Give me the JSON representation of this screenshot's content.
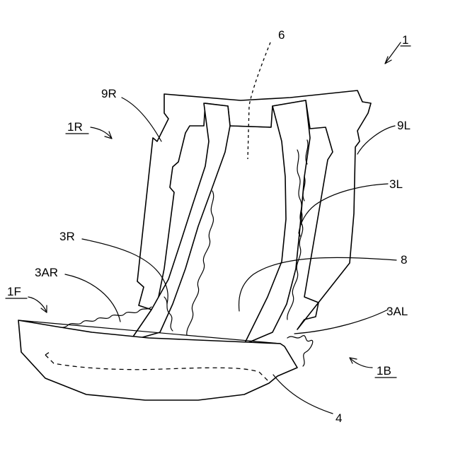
{
  "labels": {
    "l1": "1",
    "l6": "6",
    "l9R": "9R",
    "l1R": "1R",
    "l9L": "9L",
    "l3L": "3L",
    "l3R": "3R",
    "l8": "8",
    "l3AR": "3AR",
    "l1F": "1F",
    "l3AL": "3AL",
    "l1B": "1B",
    "l4": "4"
  }
}
